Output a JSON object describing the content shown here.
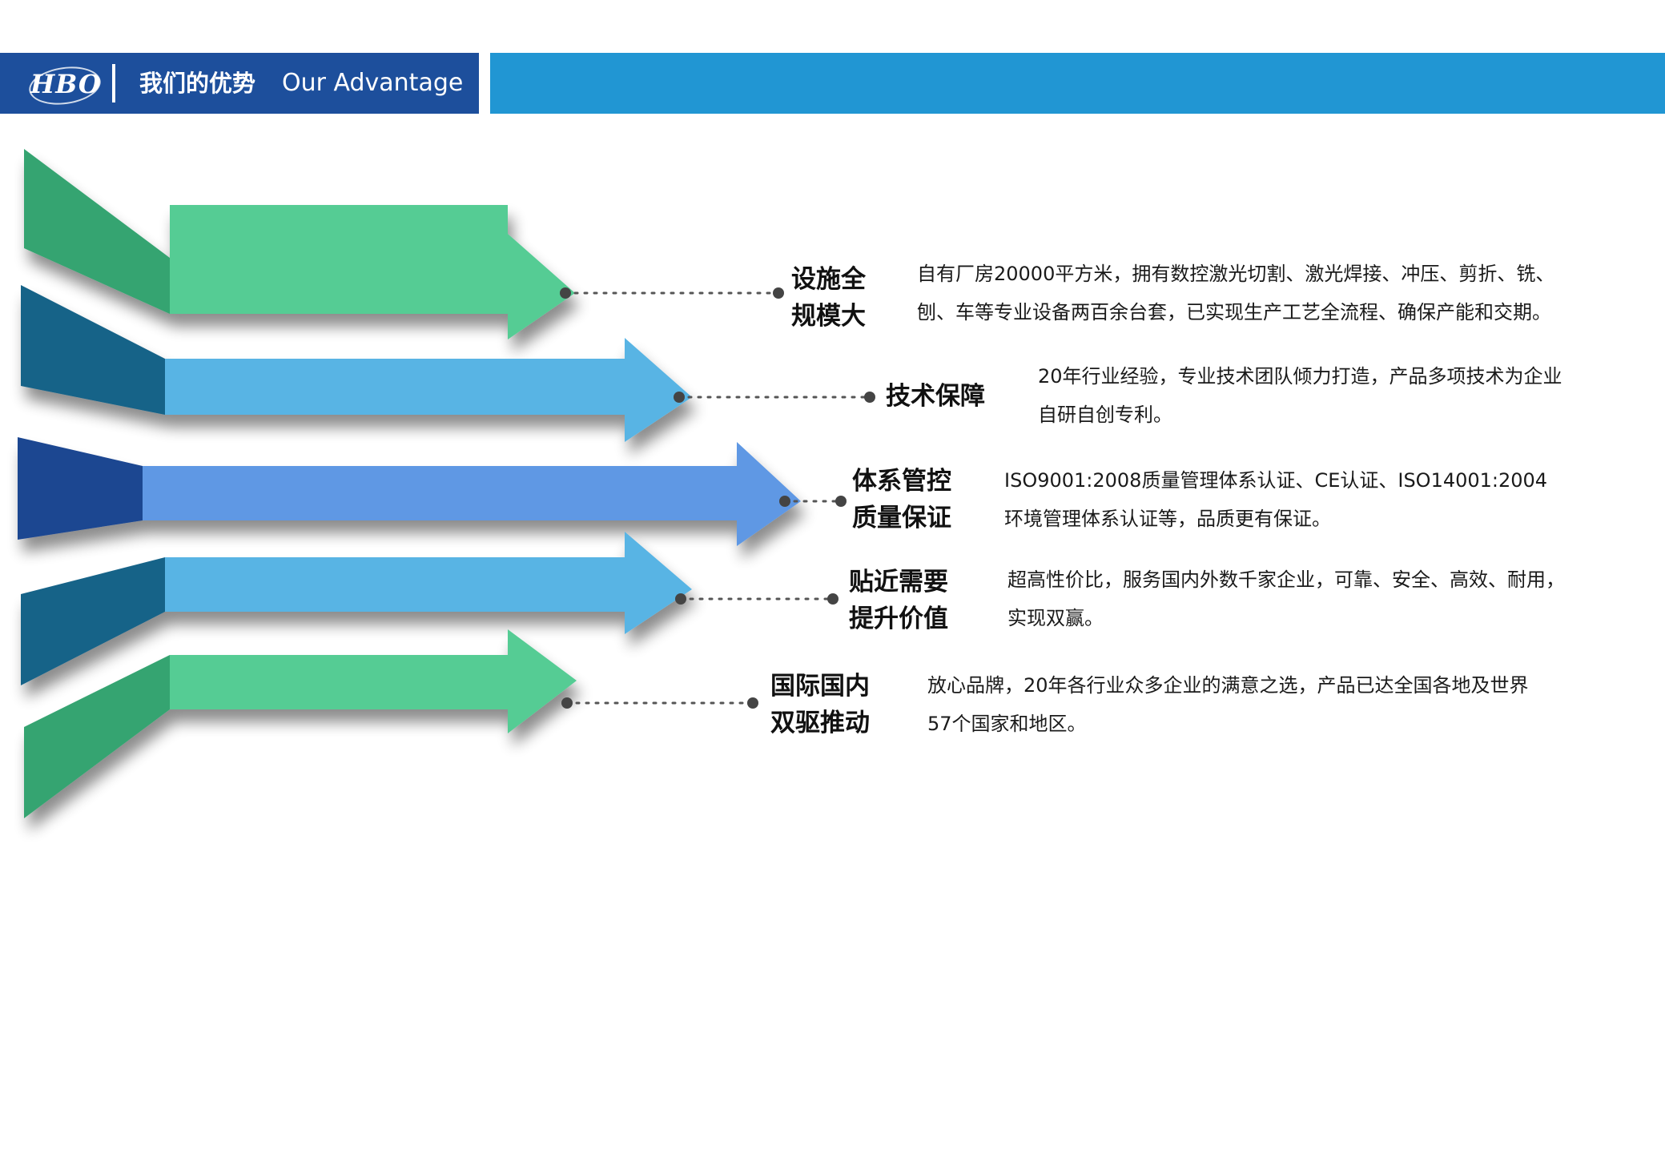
{
  "header": {
    "logo": "HBO",
    "title_cn": "我们的优势",
    "title_en": "Our Advantage"
  },
  "colors": {
    "header_dark": "#1d4f9c",
    "header_light": "#2196d3",
    "green_tail": "#34a471",
    "green_body": "#54cc94",
    "teal_tail": "#186388",
    "blue_body": "#58b4e4",
    "navy_tail": "#1c4691",
    "center_body": "#5e98e4"
  },
  "items": [
    {
      "label_lines": [
        "设施全",
        "规模大"
      ],
      "desc_lines": [
        "自有厂房20000平方米，拥有数控激光切割、激光焊接、冲压、剪折、铣、",
        "刨、车等专业设备两百余台套，已实现生产工艺全流程、确保产能和交期。"
      ]
    },
    {
      "label_lines": [
        "技术保障"
      ],
      "desc_lines": [
        "20年行业经验，专业技术团队倾力打造，产品多项技术为企业",
        "自研自创专利。"
      ]
    },
    {
      "label_lines": [
        "体系管控",
        "质量保证"
      ],
      "desc_lines": [
        "ISO9001:2008质量管理体系认证、CE认证、ISO14001:2004",
        "环境管理体系认证等，品质更有保证。"
      ]
    },
    {
      "label_lines": [
        "贴近需要",
        "提升价值"
      ],
      "desc_lines": [
        "超高性价比，服务国内外数千家企业，可靠、安全、高效、耐用，",
        "实现双赢。"
      ]
    },
    {
      "label_lines": [
        "国际国内",
        "双驱推动"
      ],
      "desc_lines": [
        "放心品牌，20年各行业众多企业的满意之选，产品已达全国各地及世界",
        "57个国家和地区。"
      ]
    }
  ]
}
